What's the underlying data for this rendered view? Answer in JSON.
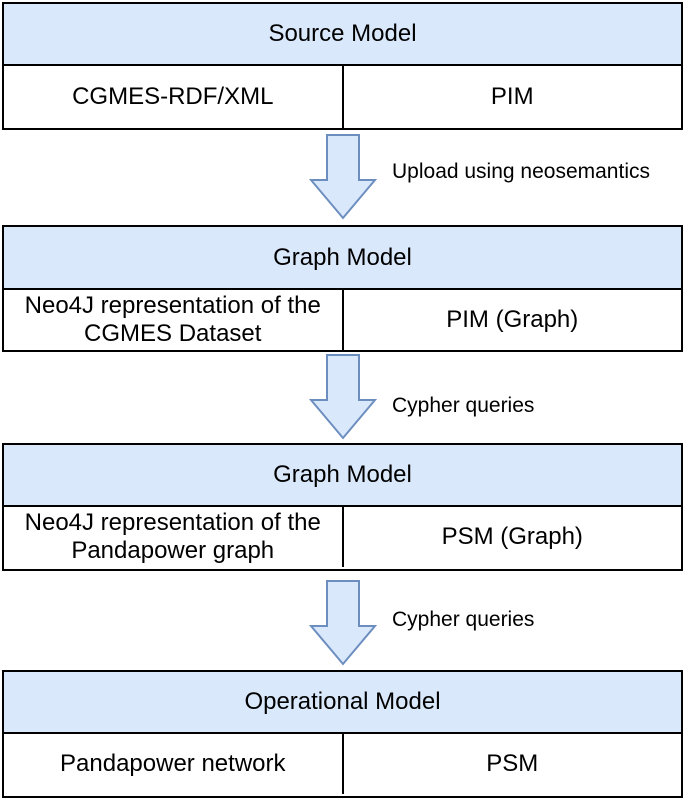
{
  "blocks": [
    {
      "header": "Source Model",
      "left": "CGMES-RDF/XML",
      "right": "PIM"
    },
    {
      "header": "Graph Model",
      "left_lines": [
        "Neo4J representation of the",
        "CGMES Dataset"
      ],
      "right": "PIM (Graph)"
    },
    {
      "header": "Graph Model",
      "left_lines": [
        "Neo4J representation of the",
        "Pandapower graph"
      ],
      "right": "PSM (Graph)"
    },
    {
      "header": "Operational Model",
      "left": "Pandapower network",
      "right": "PSM"
    }
  ],
  "arrows": [
    {
      "label": "Upload using neosemantics"
    },
    {
      "label": "Cypher queries"
    },
    {
      "label": "Cypher queries"
    }
  ],
  "colors": {
    "header_fill": "#dae8fc",
    "arrow_fill": "#dae8fc",
    "arrow_stroke": "#6c8ebf",
    "border": "#000000"
  }
}
